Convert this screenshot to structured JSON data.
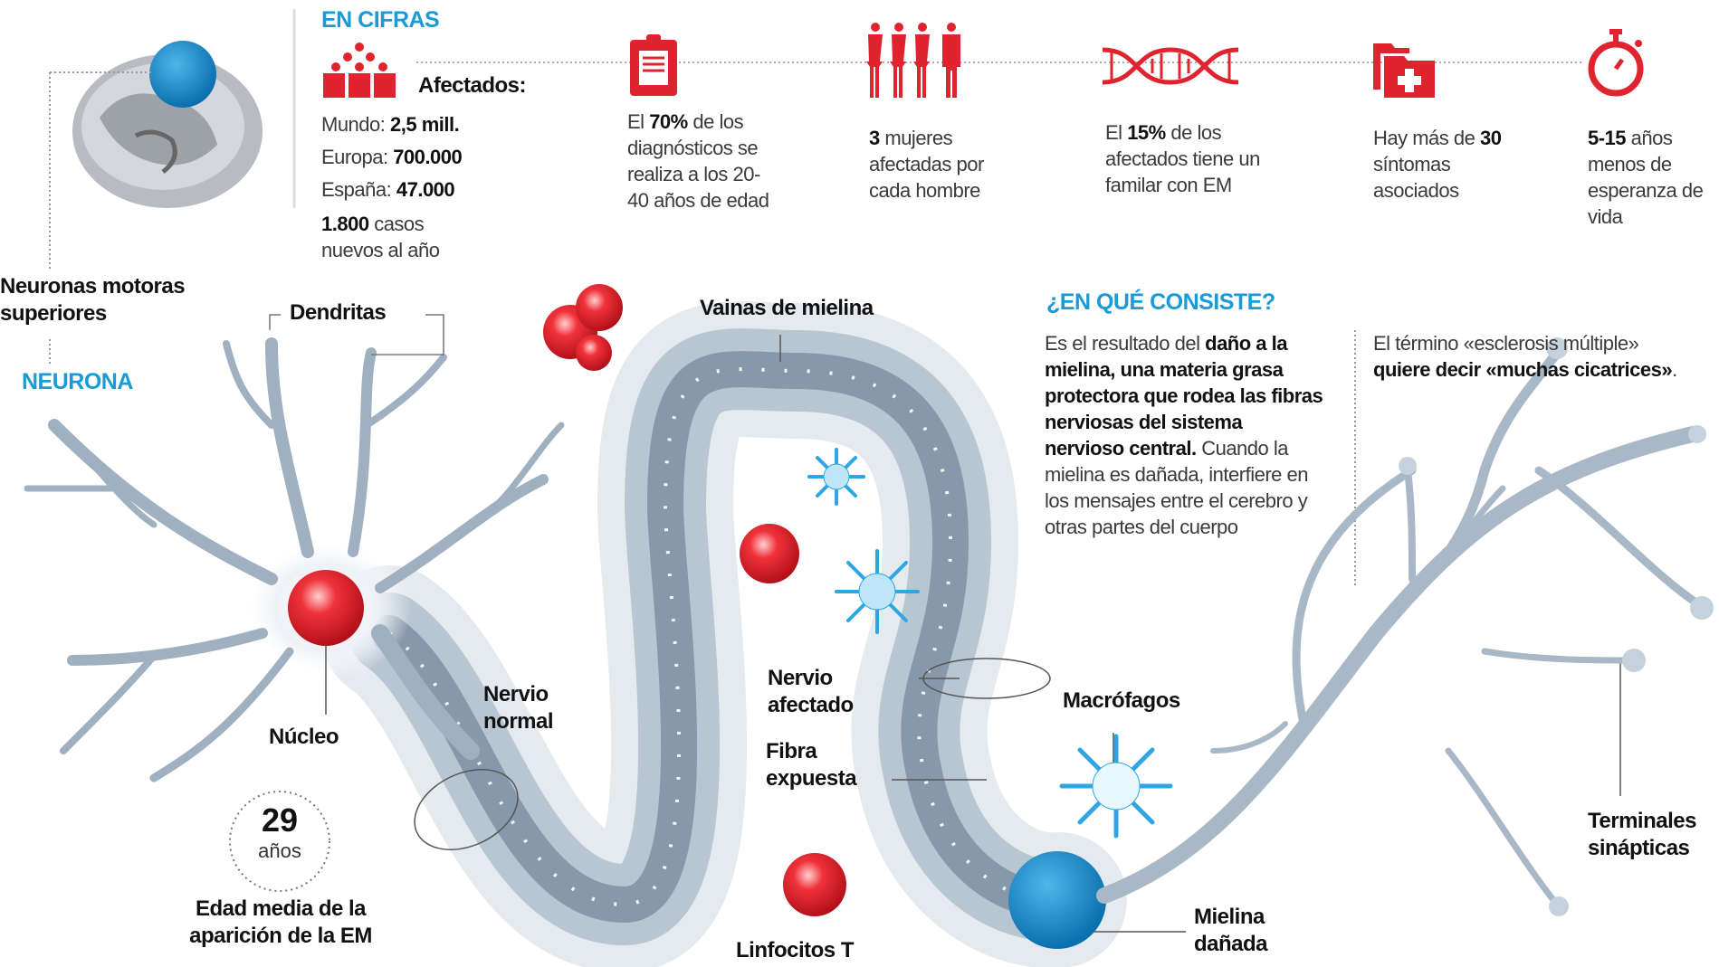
{
  "colors": {
    "accent_blue": "#1a9ad6",
    "accent_red": "#e0242f",
    "nerve_gray": "#9fb0c0"
  },
  "header": {
    "section_title": "EN CIFRAS"
  },
  "stats": {
    "afectados": {
      "icon": "people-group-icon",
      "title": "Afectados:",
      "mundo_label": "Mundo:",
      "mundo_value": "2,5 mill.",
      "europa_label": "Europa:",
      "europa_value": "700.000",
      "espana_label": "España:",
      "espana_value": "47.000",
      "casos_value": "1.800",
      "casos_text": "casos nuevos al año"
    },
    "diagnosticos": {
      "icon": "clipboard-icon",
      "pre": "El",
      "value": "70%",
      "text": "de los diagnósticos se realiza a los 20-40 años de edad"
    },
    "mujeres": {
      "icon": "women-men-icon",
      "value": "3",
      "text": "mujeres afectadas por cada hombre"
    },
    "familiar": {
      "icon": "dna-icon",
      "pre": "El",
      "value": "15%",
      "text": "de los afectados tiene un familar con EM"
    },
    "sintomas": {
      "icon": "medical-folder-icon",
      "pre": "Hay más de",
      "value": "30",
      "text": "síntomas asociados"
    },
    "esperanza": {
      "icon": "stopwatch-icon",
      "value": "5-15",
      "text": "años menos de esperanza de vida"
    }
  },
  "consiste": {
    "title": "¿EN QUÉ CONSISTE?",
    "p1_pre": "Es el resultado del",
    "p1_bold": "daño a la mielina, una materia grasa protectora que rodea las fibras nerviosas del sistema nervioso central.",
    "p1_post": "Cuando la mielina es dañada, interfiere en los mensajes entre el cerebro y otras partes del cuerpo",
    "p2_pre": "El término «esclerosis múltiple»",
    "p2_bold": "quiere decir «muchas cicatrices»",
    "p2_post": "."
  },
  "labels": {
    "neuronas_motoras": "Neuronas motoras superiores",
    "neurona": "NEURONA",
    "dendritas": "Dendritas",
    "vainas": "Vainas de mielina",
    "nervio_normal": "Nervio normal",
    "nucleo": "Núcleo",
    "nervio_afectado": "Nervio afectado",
    "fibra_expuesta": "Fibra expuesta",
    "macrofagos": "Macrófagos",
    "linfocitos": "Linfocitos T",
    "mielina_danada": "Mielina dañada",
    "terminales": "Terminales sinápticas"
  },
  "age": {
    "value": "29",
    "unit": "años",
    "caption": "Edad media de la aparición de la EM"
  }
}
